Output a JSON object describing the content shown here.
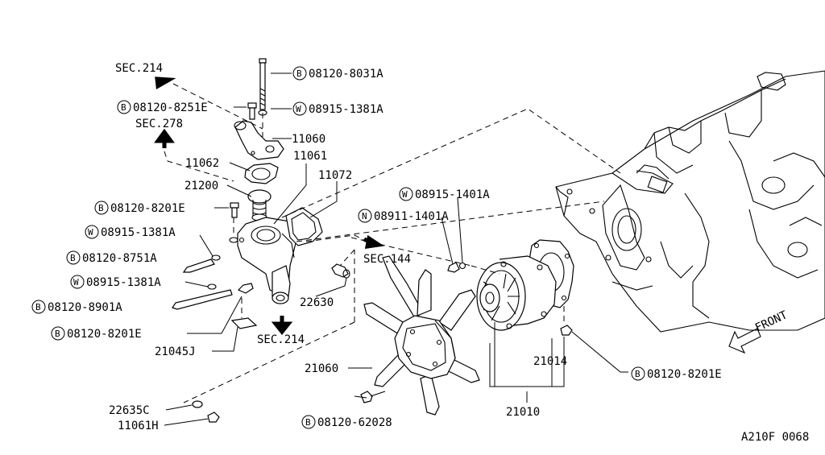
{
  "sections": {
    "sec214_top": "SEC.214",
    "sec278": "SEC.278",
    "sec144": "SEC.144",
    "sec214_bottom": "SEC.214"
  },
  "front_label": "FRONT",
  "diagram_code": "A210F 0068",
  "callouts": [
    {
      "id": "b_08120_8031A",
      "prefix": "B",
      "code": "08120-8031A"
    },
    {
      "id": "b_08120_8251E",
      "prefix": "B",
      "code": "08120-8251E"
    },
    {
      "id": "w_08915_1381A_top",
      "prefix": "W",
      "code": "08915-1381A"
    },
    {
      "id": "p_11060",
      "prefix": "",
      "code": "11060"
    },
    {
      "id": "p_11061",
      "prefix": "",
      "code": "11061"
    },
    {
      "id": "p_11062",
      "prefix": "",
      "code": "11062"
    },
    {
      "id": "p_11072",
      "prefix": "",
      "code": "11072"
    },
    {
      "id": "p_21200",
      "prefix": "",
      "code": "21200"
    },
    {
      "id": "b_08120_8201E_a",
      "prefix": "B",
      "code": "08120-8201E"
    },
    {
      "id": "w_08915_1381A_mid",
      "prefix": "W",
      "code": "08915-1381A"
    },
    {
      "id": "b_08120_8751A",
      "prefix": "B",
      "code": "08120-8751A"
    },
    {
      "id": "w_08915_1381A_low",
      "prefix": "W",
      "code": "08915-1381A"
    },
    {
      "id": "b_08120_8901A",
      "prefix": "B",
      "code": "08120-8901A"
    },
    {
      "id": "b_08120_8201E_b",
      "prefix": "B",
      "code": "08120-8201E"
    },
    {
      "id": "p_21045J",
      "prefix": "",
      "code": "21045J"
    },
    {
      "id": "w_08915_1401A",
      "prefix": "W",
      "code": "08915-1401A"
    },
    {
      "id": "n_08911_1401A",
      "prefix": "N",
      "code": "08911-1401A"
    },
    {
      "id": "p_22630",
      "prefix": "",
      "code": "22630"
    },
    {
      "id": "p_21060",
      "prefix": "",
      "code": "21060"
    },
    {
      "id": "p_21014",
      "prefix": "",
      "code": "21014"
    },
    {
      "id": "b_08120_8201E_c",
      "prefix": "B",
      "code": "08120-8201E"
    },
    {
      "id": "p_21010",
      "prefix": "",
      "code": "21010"
    },
    {
      "id": "p_22635C",
      "prefix": "",
      "code": "22635C"
    },
    {
      "id": "p_11061H",
      "prefix": "",
      "code": "11061H"
    },
    {
      "id": "b_08120_62028",
      "prefix": "B",
      "code": "08120-62028"
    }
  ]
}
